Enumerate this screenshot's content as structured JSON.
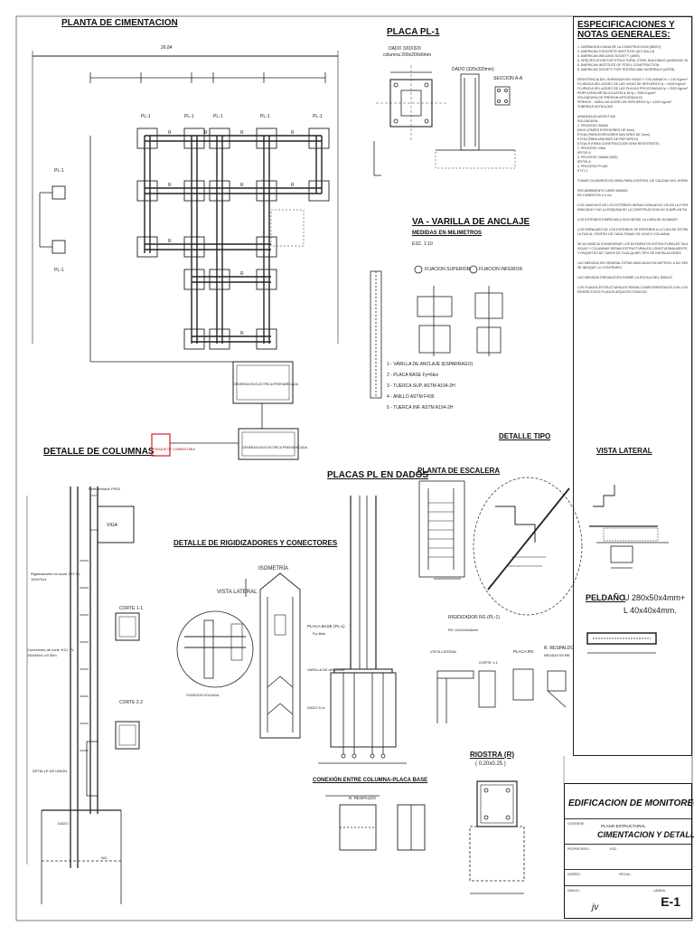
{
  "titles": {
    "foundation_plan": "PLANTA DE CIMENTACION",
    "plate_pl1": "PLACA PL-1",
    "anchor_rod": "VA - VARILLA DE ANCLAJE",
    "measures_mm": "MEDIDAS EN MILIMETROS",
    "column_detail": "DETALLE DE COLUMNAS",
    "stiffeners_detail": "DETALLE DE RIGIDIZADORES Y CONECTORES",
    "plates_in_dice": "PLACAS PL EN DADOS",
    "stair_plan": "PLANTA DE ESCALERA",
    "typical_detail": "DETALLE TIPO",
    "lateral_view": "VISTA LATERAL",
    "lateral_view_small": "VISTA LATERAL",
    "isometry": "ISOMETRÍA",
    "riostra": "RIOSTRA (R)",
    "riostra_size": "( 0.20x0.25 )",
    "column_plate_connection": "CONEXIÓN ENTRE COLUMNA-PLACA BASE",
    "step": "PELDAÑO",
    "step_profile_1": "U 280x50x4mm+",
    "step_profile_2": "L 40x40x4mm."
  },
  "plate_info": {
    "dado": "DADO 320X320",
    "column": "columna 200x200x6mm",
    "dado_label": "DADO (320x320mm)",
    "section": "SECCION A-A"
  },
  "anchor_items": [
    "1 - VARILLA DE ANCLAJE (ESPARRAGO)",
    "2 - PLACA BASE    Fy=6ksi",
    "3 - TUERCA SUP.   ASTM A194-2H",
    "4 - ANILLO ASTM F436",
    "5 - TUERCA INF.   ASTM A194-2H"
  ],
  "anchor_labels": {
    "scale": "ESC.   1:10",
    "top_fixing": "FIJACION SUPERIOR",
    "bottom_fixing": "FIJACION INFERIOR"
  },
  "plan_labels": {
    "overall_dim": "26.84",
    "pl1": "PL-1",
    "r": "R",
    "generator_room": "GENERACION ELECTRICA PREFABRICADA",
    "tank": "TANQUE DE COMBUSTIBLE"
  },
  "column_labels": {
    "beam": "VIGA",
    "joist": "Perfil armado PR20",
    "stiffeners": "Rigidizadores en sucle 'RG' PL 100x70x4",
    "connectors": "Conectores de corte 'KCL' PL 160x60x4 c/0.30m",
    "cut1": "CORTE 1-1",
    "cut2": "CORTE 2-2",
    "union_detail": "DETALLE DE UNION",
    "dado": "DADO",
    "level": "N/C"
  },
  "plate_labels": {
    "base_plate": "PLACA BASE (PL-1)",
    "fy": "Fy=6ksi",
    "anchor_rod": "VARILLA DE ANCLAJE",
    "dado_ha": "DADO H.A.",
    "stiffener_rg": "RIGIDIZADOR RG  (PL-1)",
    "rg_size": "RG 100x100x6mm",
    "plate_rg": "PLACA RG",
    "r_backing": "R. RESPALDO",
    "backing_measures": "MEDIDAS EN MM",
    "cut11": "CORTE 1-1",
    "connection_plate": "CONEXION SOLDADA"
  },
  "notes": {
    "title": "ESPECIFICACIONES Y NOTAS GENERALES:",
    "lines": [
      "1.    NORMA BOLIVIANA DE LA CONSTRUCCION (NBCH)",
      "2.    AMERICAN CONCRETE INSTITUTE (ACI 318-14)",
      "3.    AMERICAN WELDING SOCIETY (AWS)",
      "4.    SPECIFICATION FOR STRUCTURAL STEEL BUILDINGS (ANSI/AISC 360-10)",
      "5.    AMERICAN INSTITUTE OF STEEL CONSTRUCTION",
      "6.    AMERICAN SOCIETY FOR TESTING AND MATERIALS (ASTM)",
      "",
      "RESISTENCIA DEL HORMIGON EN VIGAS Y COLUMNAS        fc = 210 Kg/cm²",
      "FLUENCIA DEL ACERO DE LAS VIGAS DE REFUERZO          fy = 4200 Kg/cm²",
      "FLUENCIA DEL ACERO DE LAS PLACAS PROCESADAS          fy = 2530 Kg/cm²",
      "PERFILERIA METALICA ASTM A-36                          fy = 2530 Kg/cm²",
      "SOLDADURA DE PRESION INTEGRADA EL",
      "PERNOS - VARILLAS ACERO DE REFUERZO                  fy = 4200 Kg/cm²",
      "TUBERIAS ASTM A-500",
      "",
      "ARANDELAS ASTM F436",
      "SOLDADURA:",
      "1. PROCESO SMAW",
      "        E6011       (PASES ESPESORES DE 3mm)",
      "        E7018       (PARA ESPESORES MAYORES DE 3mm)",
      "        E7018       (PARA UNIONES DE REFUERZO)",
      "        E7018-H     (PARA CONSTRUCCION SEMI RESISTENTE)",
      "2. PROCESO GMA",
      "        ER70S-6",
      "3. PROCESO GMAW (MIG)",
      "        ER70S-6",
      "4. PROCESO FCAW",
      "        E71T-1",
      "",
      "TOMAR CILINDROS EN OBRA PARA CONTROL DE CALIDAD DEL HORMIGON",
      "",
      "RECUBRIMIENTO LIBRE MINIMO",
      "        EN CIMIENTOS                    4.0 cm",
      "",
      "LOS GANCHOS DE LOS ESTRIBOS SERAN DOBLADOS   135 EN LA FORMA",
      "INDICADA Y NO LA ESQUINA DE LA CONSTRUCCION NO CUMPLAN SU FUNCION",
      "",
      "LOS ESTRIBOS  EMPIEZAN A 5CM DESDE LA CARA DE ACABADO",
      "",
      "LOS EMPALMES DE LOS ESTRIBOS SE REFIEREN A LA VIGA DE ESTRIBOS Y",
      "LA FAS AL CENTRO DE CADA TRAMO DE VIGA O COLUMNA",
      "",
      "SE ACONSEJA CONSIDERAR LOS ELEMENTOS ESTRUCTURALES TALES COMO",
      "VIGAS Y COLUMNAS SERAN ESTRUCTURALES LONGITUDINALMENTE, POR TUBOS",
      "Y PAQUETES DE TUBOS DE CUALQUIER TIPO DE INSTALACIONES",
      "",
      "LAS MEDIDAS EN GENERAL ESTAN INDICADAS EN METROS, A NO SER QUE",
      "SE INDIQUE LO CONTRARIO",
      "",
      "LAS MEDIDAS PREVALECEN SOBRE LA ESCALA DEL DIBUJO",
      "",
      "LOS PLANOS ESTRUCTURALES SERAN COMPLEMENTADOS CON LOS",
      "RESPECTIVOS PLANOS ARQUITECTONICOS"
    ]
  },
  "title_block": {
    "project": "EDIFICACION DE MONITOREO",
    "subtitle": "PLANO ESTRUCTURAL",
    "sheet_title": "CIMENTACION Y DETALLE",
    "sheet_no": "E-1",
    "drawn": "jv",
    "label_content": "CONTIENE :",
    "label_scale": "ESC :",
    "label_date": "FECHA :",
    "label_owner": "PROPIETARIO :",
    "label_designer": "DISEÑO :",
    "label_drawn": "DIBUJO :",
    "label_sheet": "LAMINA :"
  },
  "colors": {
    "line": "#222222",
    "tank_outline": "#cc2222",
    "paper": "#ffffff"
  }
}
